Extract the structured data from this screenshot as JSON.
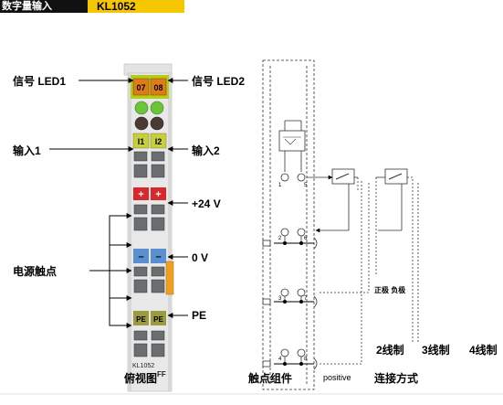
{
  "header": {
    "title_left": "数字量输入",
    "title_right": "KL1052"
  },
  "labels": {
    "signal_led1": "信号 LED1",
    "signal_led2": "信号 LED2",
    "input1": "输入1",
    "input2": "输入2",
    "plus24v": "+24 V",
    "zero_v": "0 V",
    "power_contacts": "电源触点",
    "pe": "PE",
    "left_view": "俯视图",
    "contact_assembly": "触点组件",
    "positive": "positive",
    "wiring_method": "连接方式",
    "two_wire": "2线制",
    "three_wire": "3线制",
    "four_wire": "4线制",
    "sensor_note": "正极 负极"
  },
  "module": {
    "led_tags": [
      "07",
      "08"
    ],
    "input_tags": [
      "I1",
      "I2"
    ],
    "plus_tags": [
      "+",
      "+"
    ],
    "minus_tags": [
      "–",
      "–"
    ],
    "pe_tags": [
      "PE",
      "PE"
    ],
    "model_text": "KL1052",
    "suffix_text": "FF"
  },
  "schematic": {
    "pin_labels_top": [
      "1",
      "5"
    ],
    "pin_labels_row1": [
      "2",
      "6"
    ],
    "pin_labels_row2": [
      "3",
      "7"
    ],
    "pin_labels_row3": [
      "4",
      "8"
    ]
  },
  "colors": {
    "header_yellow": "#f6c700",
    "module_green": "#b5cc18",
    "led_orange": "#e07b1a",
    "terminal_red": "#d8282c",
    "terminal_blue": "#5b8fcf",
    "pe_olive": "#9a9a40",
    "side_orange": "#f0a020"
  }
}
